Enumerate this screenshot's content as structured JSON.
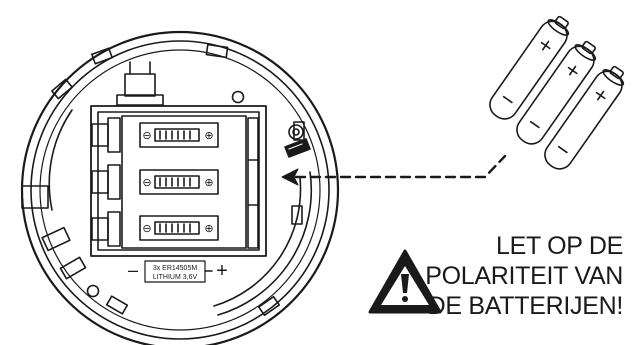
{
  "colors": {
    "ink": "#1a1a1a",
    "background": "#ffffff"
  },
  "battery_label": {
    "line1": "3x ER14505M",
    "line2": "LITHIUM 3,6V",
    "minus": "–",
    "plus": "+"
  },
  "battery_terminals": {
    "minus": "⊖",
    "plus": "⊕"
  },
  "spare_batteries": {
    "count": 3,
    "plus_sign": "+",
    "minus_sign": "–"
  },
  "warning": {
    "icon": "warning-triangle-icon",
    "lines": [
      "LET OP DE",
      "POLARITEIT VAN",
      "DE BATTERIJEN!"
    ]
  }
}
